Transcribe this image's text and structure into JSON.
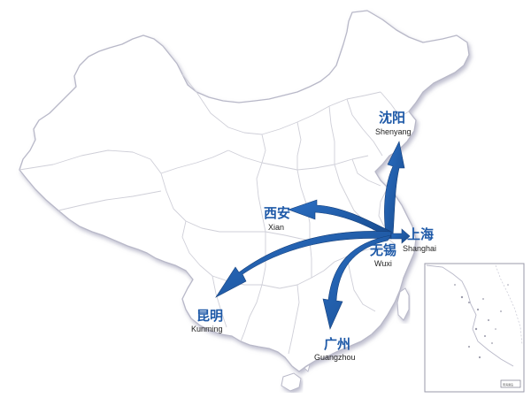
{
  "map": {
    "colors": {
      "arrow": "#1f5aa8",
      "arrow_dark": "#163f7a",
      "label_zh": "#1f5aa8",
      "label_en": "#222222",
      "border": "#b8b8c8",
      "border_inner": "#cfcfd8",
      "land": "#ffffff"
    },
    "origin": {
      "name_zh": "无锡",
      "name_en": "Wuxi"
    },
    "destinations": [
      {
        "id": "shenyang",
        "name_zh": "沈阳",
        "name_en": "Shenyang"
      },
      {
        "id": "xian",
        "name_zh": "西安",
        "name_en": "Xian"
      },
      {
        "id": "shanghai",
        "name_zh": "上海",
        "name_en": "Shanghai"
      },
      {
        "id": "kunming",
        "name_zh": "昆明",
        "name_en": "Kunming"
      },
      {
        "id": "guangzhou",
        "name_zh": "广州",
        "name_en": "Guangzhou"
      }
    ],
    "inset": {
      "label": "南海诸岛"
    }
  }
}
